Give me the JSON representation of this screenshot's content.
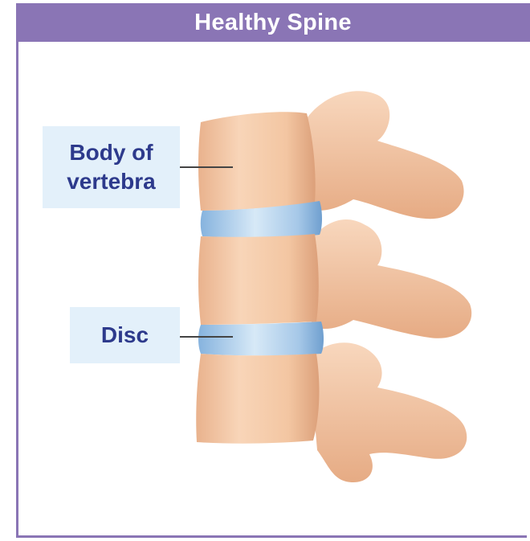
{
  "title": "Healthy Spine",
  "labels": {
    "body_of_vertebra": "Body of vertebra",
    "disc": "Disc"
  },
  "colors": {
    "header": "#8a75b5",
    "label_bg": "#e3f0fa",
    "label_text": "#2d3a8c",
    "bone": "#f3c7a3",
    "disc": "#a9cbe9"
  }
}
